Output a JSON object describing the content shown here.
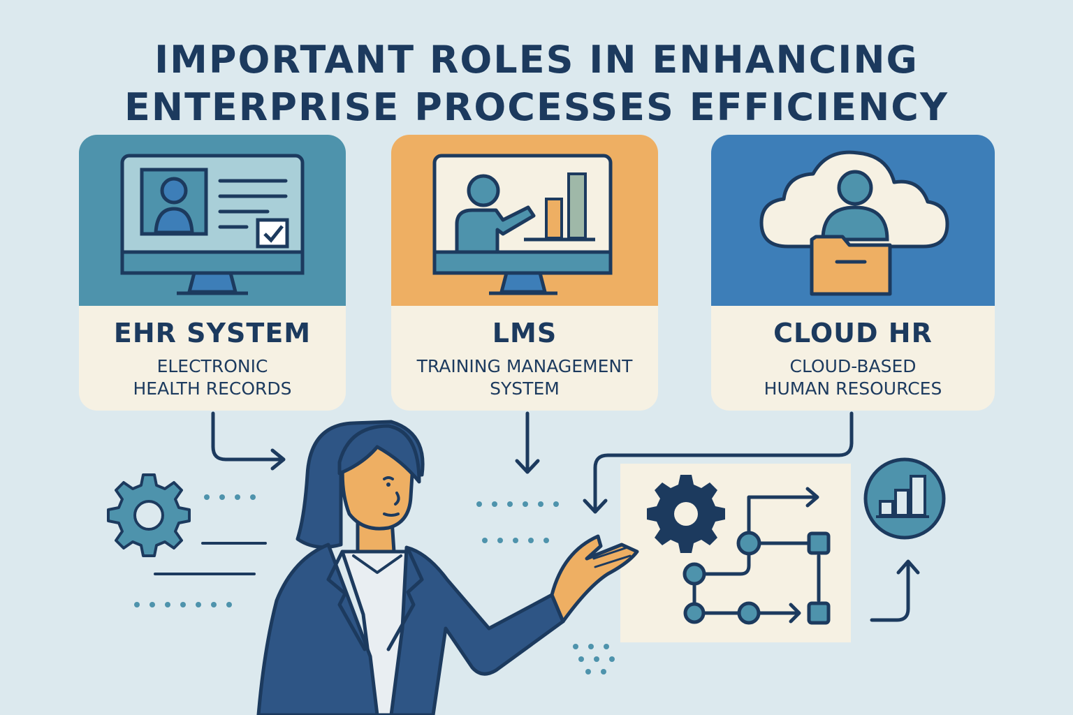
{
  "title": {
    "line1": "IMPORTANT ROLES IN ENHANCING",
    "line2": "ENTERPRISE PROCESSES EFFICIENCY"
  },
  "cards": [
    {
      "label": "EHR SYSTEM",
      "desc_line1": "ELECTRONIC",
      "desc_line2": "HEALTH RECORDS",
      "color": "#4e93ac",
      "icon": "monitor-profile-check-icon"
    },
    {
      "label": "LMS",
      "desc_line1": "TRAINING MANAGEMENT",
      "desc_line2": "SYSTEM",
      "color": "#eeaf63",
      "icon": "monitor-presenter-chart-icon"
    },
    {
      "label": "CLOUD HR",
      "desc_line1": "CLOUD-BASED",
      "desc_line2": "HUMAN RESOURCES",
      "color": "#3d7eb8",
      "icon": "cloud-person-folder-icon"
    }
  ],
  "colors": {
    "background": "#dce9ee",
    "navy": "#1c3a5e",
    "card_bottom": "#f6f1e3",
    "suit": "#2e5585",
    "skin": "#eeaf63",
    "teal": "#4e93ac"
  },
  "icons": [
    "gear-icon",
    "workflow-diagram-icon",
    "growth-chart-icon",
    "businesswoman-illustration"
  ]
}
